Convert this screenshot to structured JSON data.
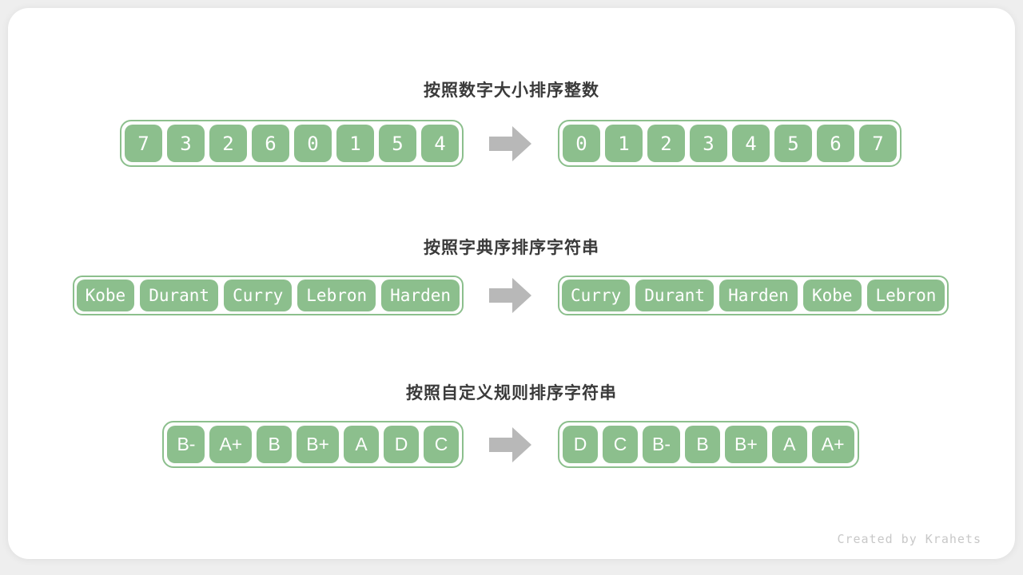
{
  "colors": {
    "cell_green": "#8cbf8d",
    "arrow_gray": "#b8b8b8",
    "title_text": "#3a3a3a",
    "card_bg": "#ffffff",
    "page_bg": "#eeeeee",
    "cell_text": "#ffffff",
    "footer_text": "#c8c8c8"
  },
  "footer": {
    "credit": "Created by Krahets"
  },
  "sections": [
    {
      "id": "numeric",
      "title": "按照数字大小排序整数",
      "cell_type": "square",
      "before": [
        "7",
        "3",
        "2",
        "6",
        "0",
        "1",
        "5",
        "4"
      ],
      "after": [
        "0",
        "1",
        "2",
        "3",
        "4",
        "5",
        "6",
        "7"
      ]
    },
    {
      "id": "lexicographic",
      "title": "按照字典序排序字符串",
      "cell_type": "wide",
      "before": [
        "Kobe",
        "Durant",
        "Curry",
        "Lebron",
        "Harden"
      ],
      "after": [
        "Curry",
        "Durant",
        "Harden",
        "Kobe",
        "Lebron"
      ]
    },
    {
      "id": "custom-rule",
      "title": "按照自定义规则排序字符串",
      "cell_type": "grade",
      "before": [
        "B-",
        "A+",
        "B",
        "B+",
        "A",
        "D",
        "C"
      ],
      "after": [
        "D",
        "C",
        "B-",
        "B",
        "B+",
        "A",
        "A+"
      ]
    }
  ]
}
